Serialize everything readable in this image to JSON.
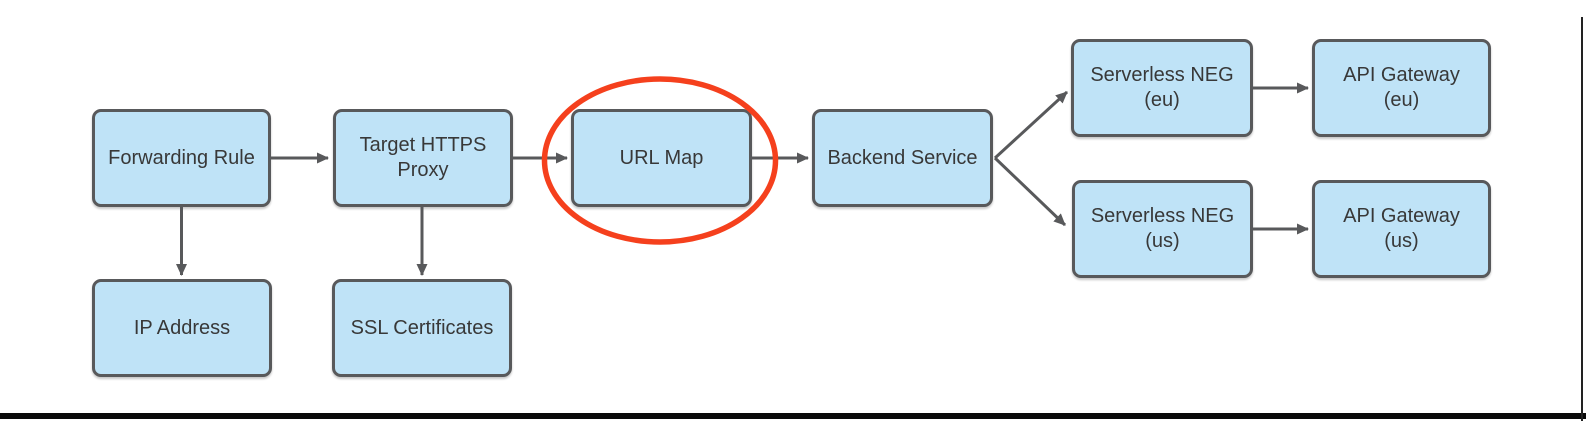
{
  "colors": {
    "background": "#ffffff",
    "node_fill": "#bfe3f7",
    "node_border": "#58595b",
    "node_text": "#383838",
    "arrow": "#58595b",
    "highlight": "#f5401d",
    "bottom_bar": "#0a0a0a",
    "right_edge": "#222222"
  },
  "diagram": {
    "nodes": [
      {
        "id": "forwarding-rule",
        "label": "Forwarding Rule"
      },
      {
        "id": "target-https-proxy",
        "label": "Target HTTPS\nProxy"
      },
      {
        "id": "url-map",
        "label": "URL Map",
        "highlighted": true
      },
      {
        "id": "backend-service",
        "label": "Backend Service"
      },
      {
        "id": "serverless-neg-eu",
        "label": "Serverless NEG\n(eu)"
      },
      {
        "id": "api-gateway-eu",
        "label": "API Gateway\n(eu)"
      },
      {
        "id": "serverless-neg-us",
        "label": "Serverless NEG\n(us)"
      },
      {
        "id": "api-gateway-us",
        "label": "API Gateway\n(us)"
      },
      {
        "id": "ip-address",
        "label": "IP Address"
      },
      {
        "id": "ssl-certificates",
        "label": "SSL Certificates"
      }
    ],
    "edges": [
      {
        "from": "forwarding-rule",
        "to": "target-https-proxy"
      },
      {
        "from": "target-https-proxy",
        "to": "url-map"
      },
      {
        "from": "url-map",
        "to": "backend-service"
      },
      {
        "from": "backend-service",
        "to": "serverless-neg-eu"
      },
      {
        "from": "backend-service",
        "to": "serverless-neg-us"
      },
      {
        "from": "serverless-neg-eu",
        "to": "api-gateway-eu"
      },
      {
        "from": "serverless-neg-us",
        "to": "api-gateway-us"
      },
      {
        "from": "forwarding-rule",
        "to": "ip-address"
      },
      {
        "from": "target-https-proxy",
        "to": "ssl-certificates"
      }
    ],
    "highlight": {
      "shape": "ellipse",
      "around": "url-map"
    }
  }
}
